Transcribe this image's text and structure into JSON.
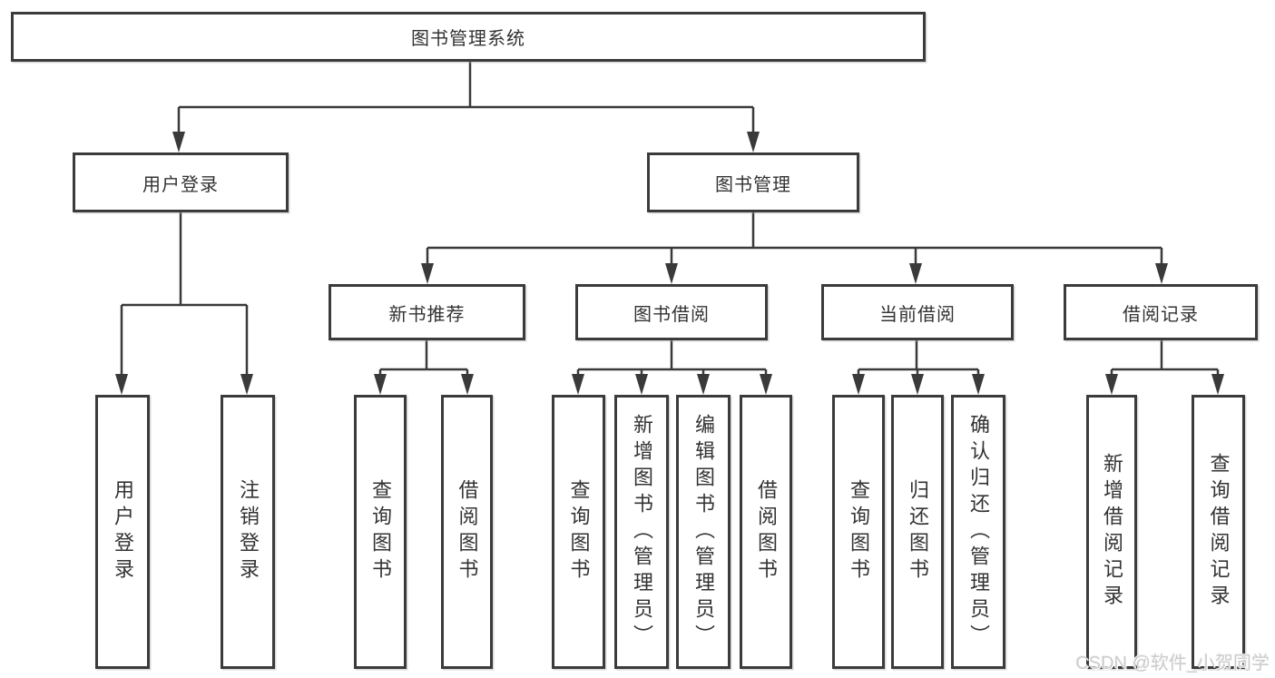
{
  "diagram": {
    "root": {
      "label": "图书管理系统"
    },
    "user_login": {
      "label": "用户登录",
      "children": [
        "用户登录",
        "注销登录"
      ]
    },
    "book_management": {
      "label": "图书管理",
      "sections": [
        {
          "label": "新书推荐",
          "children": [
            "查询图书",
            "借阅图书"
          ]
        },
        {
          "label": "图书借阅",
          "children": [
            "查询图书",
            "新增图书（管理员）",
            "编辑图书（管理员）",
            "借阅图书"
          ]
        },
        {
          "label": "当前借阅",
          "children": [
            "查询图书",
            "归还图书",
            "确认归还（管理员）"
          ]
        },
        {
          "label": "借阅记录",
          "children": [
            "新增借阅记录",
            "查询借阅记录"
          ]
        }
      ]
    }
  },
  "watermark": {
    "text": "CSDN @软件_小贺同学"
  },
  "colors": {
    "line": "#3a3a3a",
    "box_border": "#3b3b3b",
    "text": "#333333",
    "watermark": "#cccccc",
    "background": "#ffffff"
  }
}
